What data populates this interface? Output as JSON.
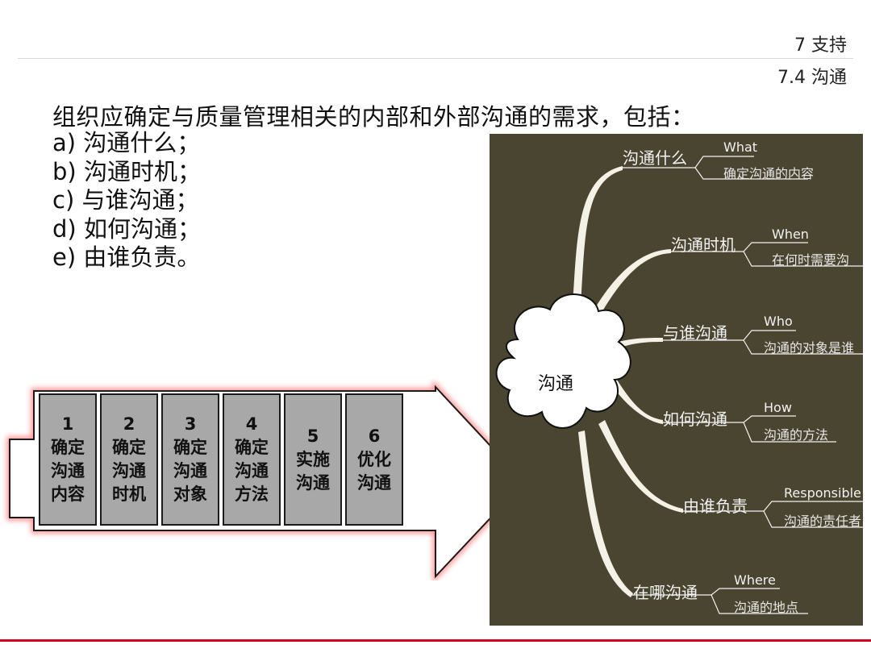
{
  "header": {
    "section": "7 支持",
    "subsection": "7.4 沟通"
  },
  "intro": "组织应确定与质量管理相关的内部和外部沟通的需求，包括：",
  "requirements": [
    "a) 沟通什么；",
    "b) 沟通时机；",
    "c) 与谁沟通；",
    "d) 如何沟通；",
    "e) 由谁负责。"
  ],
  "process_steps": [
    {
      "num": "1",
      "label": "确定沟通内容"
    },
    {
      "num": "2",
      "label": "确定沟通时机"
    },
    {
      "num": "3",
      "label": "确定沟通对象"
    },
    {
      "num": "4",
      "label": "确定沟通方法"
    },
    {
      "num": "5",
      "label": "实施沟通"
    },
    {
      "num": "6",
      "label": "优化沟通"
    }
  ],
  "mindmap": {
    "center": "沟通",
    "branches": [
      {
        "topic": "沟通什么",
        "en": "What",
        "cn": "确定沟通的内容"
      },
      {
        "topic": "沟通时机",
        "en": "When",
        "cn": "在何时需要沟"
      },
      {
        "topic": "与谁沟通",
        "en": "Who",
        "cn": "沟通的对象是谁"
      },
      {
        "topic": "如何沟通",
        "en": "How",
        "cn": "沟通的方法"
      },
      {
        "topic": "由谁负责",
        "en": "Responsible",
        "cn": "沟通的责任者"
      },
      {
        "topic": "在哪沟通",
        "en": "Where",
        "cn": "沟通的地点"
      }
    ]
  },
  "colors": {
    "accent": "#d0021b",
    "mindmap_bg": "#4a4530",
    "step_fill": "#a8a8a8"
  }
}
